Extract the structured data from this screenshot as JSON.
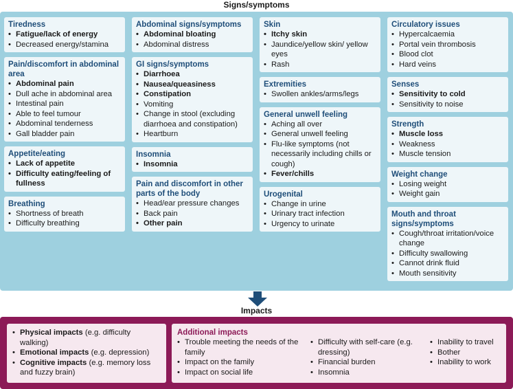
{
  "header": {
    "title": "Signs/symptoms"
  },
  "columns": [
    [
      {
        "title": "Tiredness",
        "items": [
          {
            "text": "Fatigue/lack of energy",
            "bold": true
          },
          {
            "text": "Decreased energy/stamina",
            "bold": false
          }
        ]
      },
      {
        "title": "Pain/discomfort in abdominal area",
        "items": [
          {
            "text": "Abdominal pain",
            "bold": true
          },
          {
            "text": "Dull ache in abdominal area",
            "bold": false
          },
          {
            "text": "Intestinal pain",
            "bold": false
          },
          {
            "text": "Able to feel tumour",
            "bold": false
          },
          {
            "text": "Abdominal tenderness",
            "bold": false
          },
          {
            "text": "Gall bladder pain",
            "bold": false
          }
        ]
      },
      {
        "title": "Appetite/eating",
        "items": [
          {
            "text": "Lack of appetite",
            "bold": true
          },
          {
            "text": "Difficulty eating/feeling of fullness",
            "bold": true
          }
        ]
      },
      {
        "title": "Breathing",
        "items": [
          {
            "text": "Shortness of breath",
            "bold": false
          },
          {
            "text": "Difficulty breathing",
            "bold": false
          }
        ]
      }
    ],
    [
      {
        "title": "Abdominal signs/symptoms",
        "items": [
          {
            "text": "Abdominal bloating",
            "bold": true
          },
          {
            "text": "Abdominal distress",
            "bold": false
          }
        ]
      },
      {
        "title": "GI signs/symptoms",
        "items": [
          {
            "text": "Diarrhoea",
            "bold": true
          },
          {
            "text": "Nausea/queasiness",
            "bold": true
          },
          {
            "text": "Constipation",
            "bold": true
          },
          {
            "text": "Vomiting",
            "bold": false
          },
          {
            "text": "Change in stool (excluding diarrhoea and constipation)",
            "bold": false
          },
          {
            "text": "Heartburn",
            "bold": false
          }
        ]
      },
      {
        "title": "Insomnia",
        "items": [
          {
            "text": "Insomnia",
            "bold": true
          }
        ]
      },
      {
        "title": "Pain and discomfort in other parts of the body",
        "items": [
          {
            "text": "Head/ear pressure changes",
            "bold": false
          },
          {
            "text": "Back pain",
            "bold": false
          },
          {
            "text": "Other pain",
            "bold": true
          }
        ]
      }
    ],
    [
      {
        "title": "Skin",
        "items": [
          {
            "text": "Itchy skin",
            "bold": true
          },
          {
            "text": "Jaundice/yellow skin/ yellow eyes",
            "bold": false
          },
          {
            "text": "Rash",
            "bold": false
          }
        ]
      },
      {
        "title": "Extremities",
        "items": [
          {
            "text": "Swollen ankles/arms/legs",
            "bold": false
          }
        ]
      },
      {
        "title": "General unwell feeling",
        "items": [
          {
            "text": "Aching all over",
            "bold": false
          },
          {
            "text": "General unwell feeling",
            "bold": false
          },
          {
            "text": "Flu-like symptoms (not necessarily including chills or cough)",
            "bold": false
          },
          {
            "text": "Fever/chills",
            "bold": true
          }
        ]
      },
      {
        "title": "Urogenital",
        "items": [
          {
            "text": "Change in urine",
            "bold": false
          },
          {
            "text": "Urinary tract infection",
            "bold": false
          },
          {
            "text": "Urgency to urinate",
            "bold": false
          }
        ]
      }
    ],
    [
      {
        "title": "Circulatory issues",
        "items": [
          {
            "text": "Hypercalcaemia",
            "bold": false
          },
          {
            "text": "Portal vein thrombosis",
            "bold": false
          },
          {
            "text": "Blood clot",
            "bold": false
          },
          {
            "text": "Hard veins",
            "bold": false
          }
        ]
      },
      {
        "title": "Senses",
        "items": [
          {
            "text": "Sensitivity to cold",
            "bold": true
          },
          {
            "text": "Sensitivity to noise",
            "bold": false
          }
        ]
      },
      {
        "title": "Strength",
        "items": [
          {
            "text": "Muscle loss",
            "bold": true
          },
          {
            "text": "Weakness",
            "bold": false
          },
          {
            "text": "Muscle tension",
            "bold": false
          }
        ]
      },
      {
        "title": "Weight change",
        "items": [
          {
            "text": "Losing weight",
            "bold": false
          },
          {
            "text": "Weight gain",
            "bold": false
          }
        ]
      },
      {
        "title": "Mouth and throat signs/symptoms",
        "items": [
          {
            "text": "Cough/throat irritation/voice change",
            "bold": false
          },
          {
            "text": "Difficulty swallowing",
            "bold": false
          },
          {
            "text": "Cannot drink fluid",
            "bold": false
          },
          {
            "text": "Mouth sensitivity",
            "bold": false
          }
        ]
      }
    ]
  ],
  "impacts": {
    "label": "Impacts",
    "primary": [
      {
        "bold": "Physical impacts",
        "rest": " (e.g. difficulty walking)"
      },
      {
        "bold": "Emotional impacts",
        "rest": " (e.g. depression)"
      },
      {
        "bold": "Cognitive impacts",
        "rest": " (e.g. memory loss and fuzzy brain)"
      }
    ],
    "additional": {
      "title": "Additional impacts",
      "columns": [
        [
          "Trouble meeting the needs of the family",
          "Impact on the family",
          "Impact on social life"
        ],
        [
          "Difficulty with self-care (e.g. dressing)",
          "Financial burden",
          "Insomnia"
        ],
        [
          "Inability to travel",
          "Bother",
          "Inability to work"
        ]
      ]
    }
  },
  "colors": {
    "signs_panel": "#9ed0df",
    "box_bg": "#eef6f9",
    "box_title": "#1f4e79",
    "impacts_panel": "#8c1a57",
    "impacts_box": "#f6e8ef",
    "arrow": "#1f4e79"
  }
}
